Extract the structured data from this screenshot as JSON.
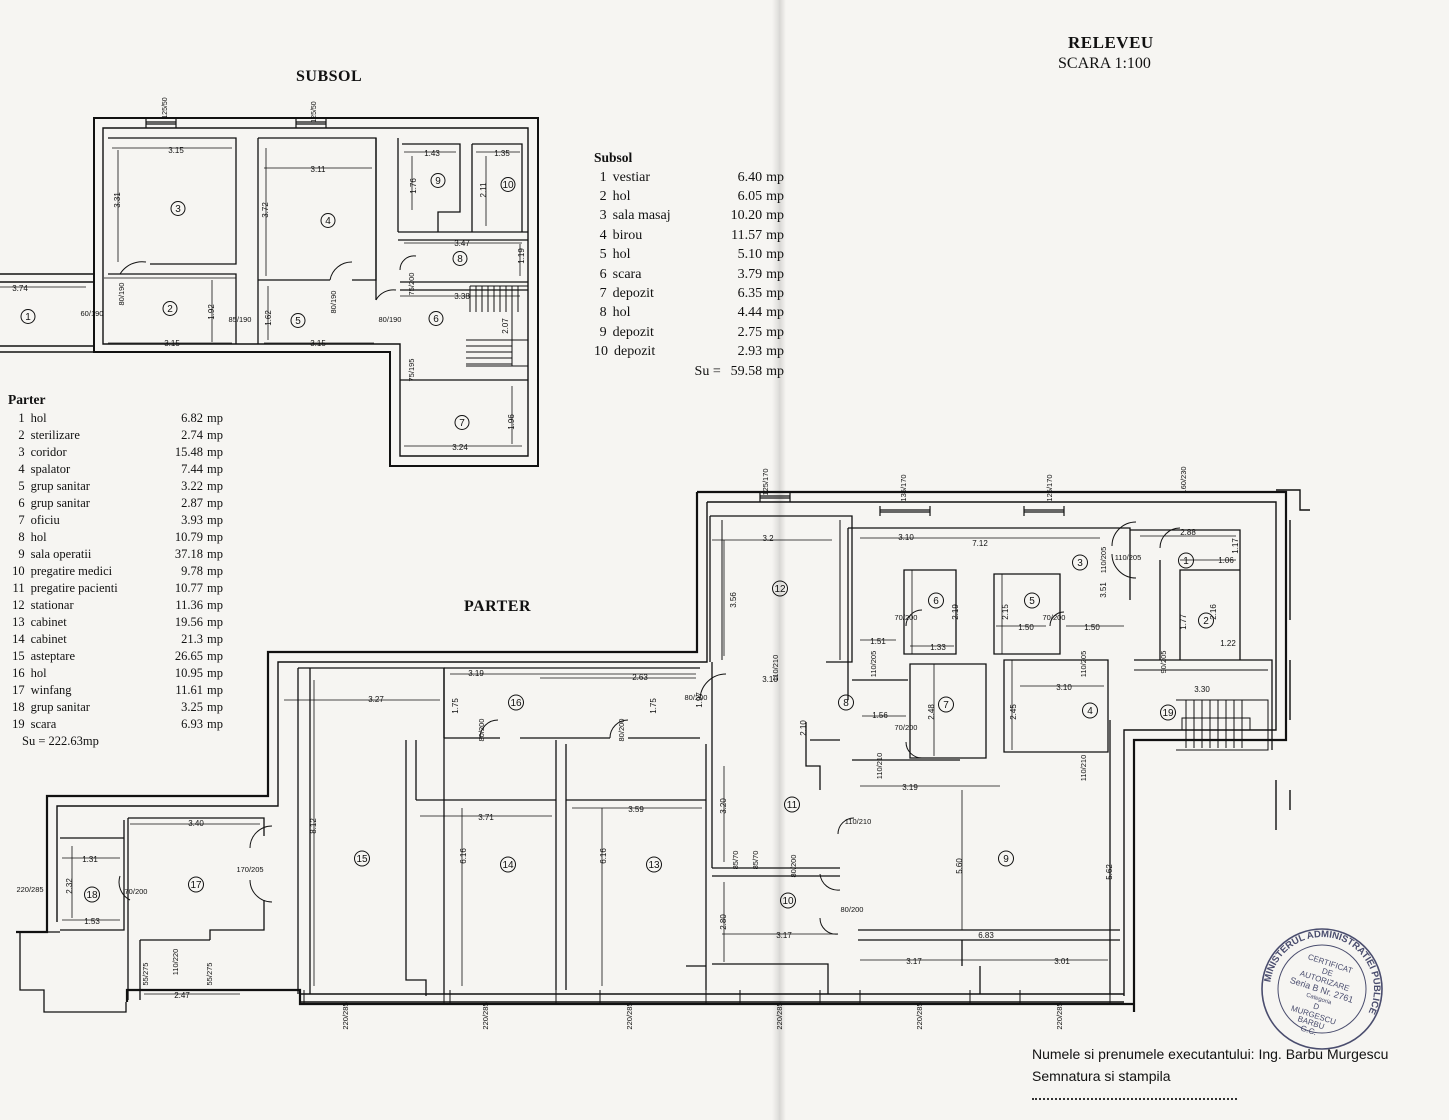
{
  "header": {
    "title": "RELEVEU",
    "scale": "SCARA 1:100"
  },
  "sections": {
    "subsol_title": "SUBSOL",
    "parter_title": "PARTER"
  },
  "subsol_legend": {
    "heading": "Subsol",
    "unit": "mp",
    "rooms": [
      {
        "n": "1",
        "name": "vestiar",
        "area": "6.40"
      },
      {
        "n": "2",
        "name": "hol",
        "area": "6.05"
      },
      {
        "n": "3",
        "name": "sala masaj",
        "area": "10.20"
      },
      {
        "n": "4",
        "name": "birou",
        "area": "11.57"
      },
      {
        "n": "5",
        "name": "hol",
        "area": "5.10"
      },
      {
        "n": "6",
        "name": "scara",
        "area": "3.79"
      },
      {
        "n": "7",
        "name": "depozit",
        "area": "6.35"
      },
      {
        "n": "8",
        "name": "hol",
        "area": "4.44"
      },
      {
        "n": "9",
        "name": "depozit",
        "area": "2.75"
      },
      {
        "n": "10",
        "name": "depozit",
        "area": "2.93"
      }
    ],
    "total_label": "Su =",
    "total_value": "59.58"
  },
  "parter_legend": {
    "heading": "Parter",
    "unit": "mp",
    "rooms": [
      {
        "n": "1",
        "name": "hol",
        "area": "6.82"
      },
      {
        "n": "2",
        "name": "sterilizare",
        "area": "2.74"
      },
      {
        "n": "3",
        "name": "coridor",
        "area": "15.48"
      },
      {
        "n": "4",
        "name": "spalator",
        "area": "7.44"
      },
      {
        "n": "5",
        "name": "grup sanitar",
        "area": "3.22"
      },
      {
        "n": "6",
        "name": "grup sanitar",
        "area": "2.87"
      },
      {
        "n": "7",
        "name": "oficiu",
        "area": "3.93"
      },
      {
        "n": "8",
        "name": "hol",
        "area": "10.79"
      },
      {
        "n": "9",
        "name": "sala operatii",
        "area": "37.18"
      },
      {
        "n": "10",
        "name": "pregatire medici",
        "area": "9.78"
      },
      {
        "n": "11",
        "name": "pregatire pacienti",
        "area": "10.77"
      },
      {
        "n": "12",
        "name": "stationar",
        "area": "11.36"
      },
      {
        "n": "13",
        "name": "cabinet",
        "area": "19.56"
      },
      {
        "n": "14",
        "name": "cabinet",
        "area": "21.3"
      },
      {
        "n": "15",
        "name": "asteptare",
        "area": "26.65"
      },
      {
        "n": "16",
        "name": "hol",
        "area": "10.95"
      },
      {
        "n": "17",
        "name": "winfang",
        "area": "11.61"
      },
      {
        "n": "18",
        "name": "grup sanitar",
        "area": "3.25"
      },
      {
        "n": "19",
        "name": "scara",
        "area": "6.93"
      }
    ],
    "total": "Su = 222.63mp"
  },
  "plan_labels": {
    "subsol": {
      "rooms": [
        "1",
        "2",
        "3",
        "4",
        "5",
        "6",
        "7",
        "8",
        "9",
        "10"
      ],
      "dims": [
        "3.74",
        "3.15",
        "3.11",
        "1.43",
        "1.35",
        "3.31",
        "3.72",
        "1.76",
        "2.11",
        "3.47",
        "1.19",
        "1.92",
        "1.62",
        "3.15",
        "3.15",
        "3.38",
        "2.07",
        "1.96",
        "3.24"
      ],
      "doors": [
        "60/190",
        "80/190",
        "85/190",
        "80/190",
        "80/190",
        "75/200",
        "75/195"
      ],
      "windows": [
        "125/50",
        "125/50"
      ]
    },
    "parter": {
      "rooms": [
        "1",
        "2",
        "3",
        "4",
        "5",
        "6",
        "7",
        "8",
        "9",
        "10",
        "11",
        "12",
        "13",
        "14",
        "15",
        "16",
        "17",
        "18",
        "19"
      ],
      "dims": [
        "3.2",
        "3.10",
        "7.12",
        "2.88",
        "1.06",
        "1.17",
        "3.56",
        "3.51",
        "2.19",
        "2.15",
        "2.16",
        "1.77",
        "1.51",
        "1.33",
        "1.50",
        "1.50",
        "1.22",
        "3.19",
        "2.63",
        "1.75",
        "1.75",
        "3.10",
        "1.97",
        "3.10",
        "3.30",
        "2.48",
        "2.45",
        "2.10",
        "1.56",
        "3.27",
        "3.71",
        "3.59",
        "8.12",
        "6.16",
        "6.16",
        "3.20",
        "3.19",
        "3.40",
        "1.31",
        "2.32",
        "1.53",
        "2.47",
        "5.60",
        "5.62",
        "2.80",
        "3.17",
        "6.83",
        "3.17",
        "3.01"
      ],
      "doors": [
        "80/200",
        "80/200",
        "80/200",
        "110/210",
        "70/200",
        "110/205",
        "70/200",
        "90/205",
        "110/205",
        "110/205",
        "110/210",
        "70/200",
        "110/210",
        "170/205",
        "70/200",
        "110/220",
        "85/70",
        "85/70",
        "80/200",
        "80/200",
        "110/210",
        "110/205"
      ],
      "windows": [
        "125/170",
        "135/170",
        "125/170",
        "160/230",
        "220/285",
        "220/285",
        "220/285",
        "220/285",
        "220/285",
        "220/285",
        "220/285",
        "55/275",
        "55/275"
      ]
    }
  },
  "footer": {
    "executant_label": "Numele si prenumele executantului:",
    "executant_name": "Ing. Barbu Murgescu",
    "signature_label": "Semnatura si stampila"
  },
  "stamp": {
    "ring_text": "MINISTERUL ADMINISTRATIEI PUBLICE",
    "line1": "CERTIFICAT",
    "line2": "DE",
    "line3": "AUTORIZARE",
    "line4": "Seria B Nr. 2761",
    "line5": "Categoria",
    "line6": "D",
    "line7": "MURGESCU",
    "line8": "BARBU",
    "line9": "G.C."
  },
  "colors": {
    "ink": "#111111",
    "paper": "#f6f5f2",
    "stamp_ink": "#4a4d6e"
  }
}
